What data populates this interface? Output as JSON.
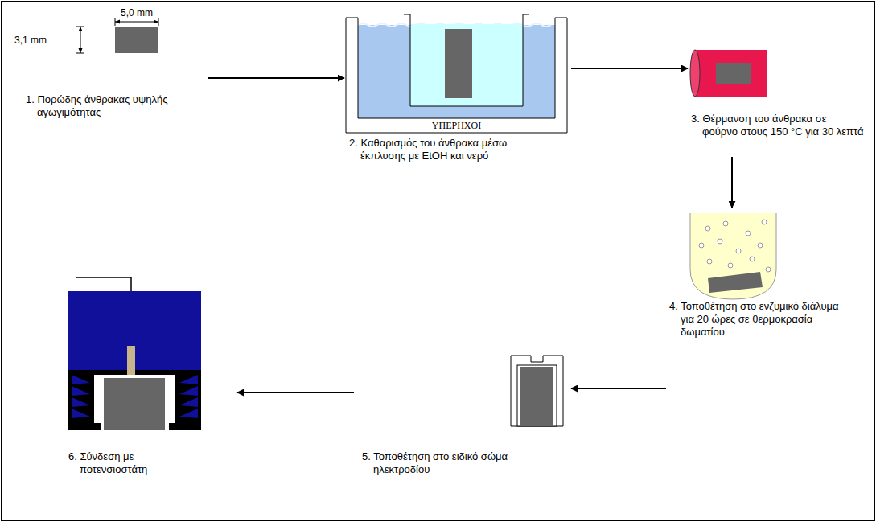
{
  "diagram": {
    "nodes": [
      {
        "text": [
          "1. Πορώδης άνθρακας υψηλής αγωγιμότητας"
        ]
      },
      {
        "text": [
          "2. Καθαρισμός του άνθρακα μέσω έκπλυσης με EtOH και νερό"
        ]
      },
      {
        "text": [
          "3. Θέρμανση του άνθρακα σε φούρνο στους 150 °C για 30 λεπτά"
        ]
      },
      {
        "text": [
          "4. Τοποθέτηση στο ενζυμικό διάλυμα για 20 ώρες σε θερμοκρασία δωματίου"
        ]
      },
      {
        "text": [
          "5. Τοποθέτηση στο ειδικό σώμα ηλεκτροδίου"
        ]
      },
      {
        "text": [
          "6. Σύνδεση με ποτενσιοστάτη"
        ]
      }
    ],
    "edges": [
      {
        "from": 0,
        "to": 1,
        "arrow": "to"
      },
      {
        "from": 1,
        "to": 2,
        "arrow": "to"
      },
      {
        "from": 2,
        "to": 3,
        "arrow": "to"
      },
      {
        "from": 3,
        "to": 4,
        "arrow": "to"
      },
      {
        "from": 4,
        "to": 5,
        "arrow": "to"
      }
    ],
    "labels": [
      "5,0 mm",
      "3,1 mm",
      "ΥΠΕΡΗΧΟΙ"
    ]
  }
}
